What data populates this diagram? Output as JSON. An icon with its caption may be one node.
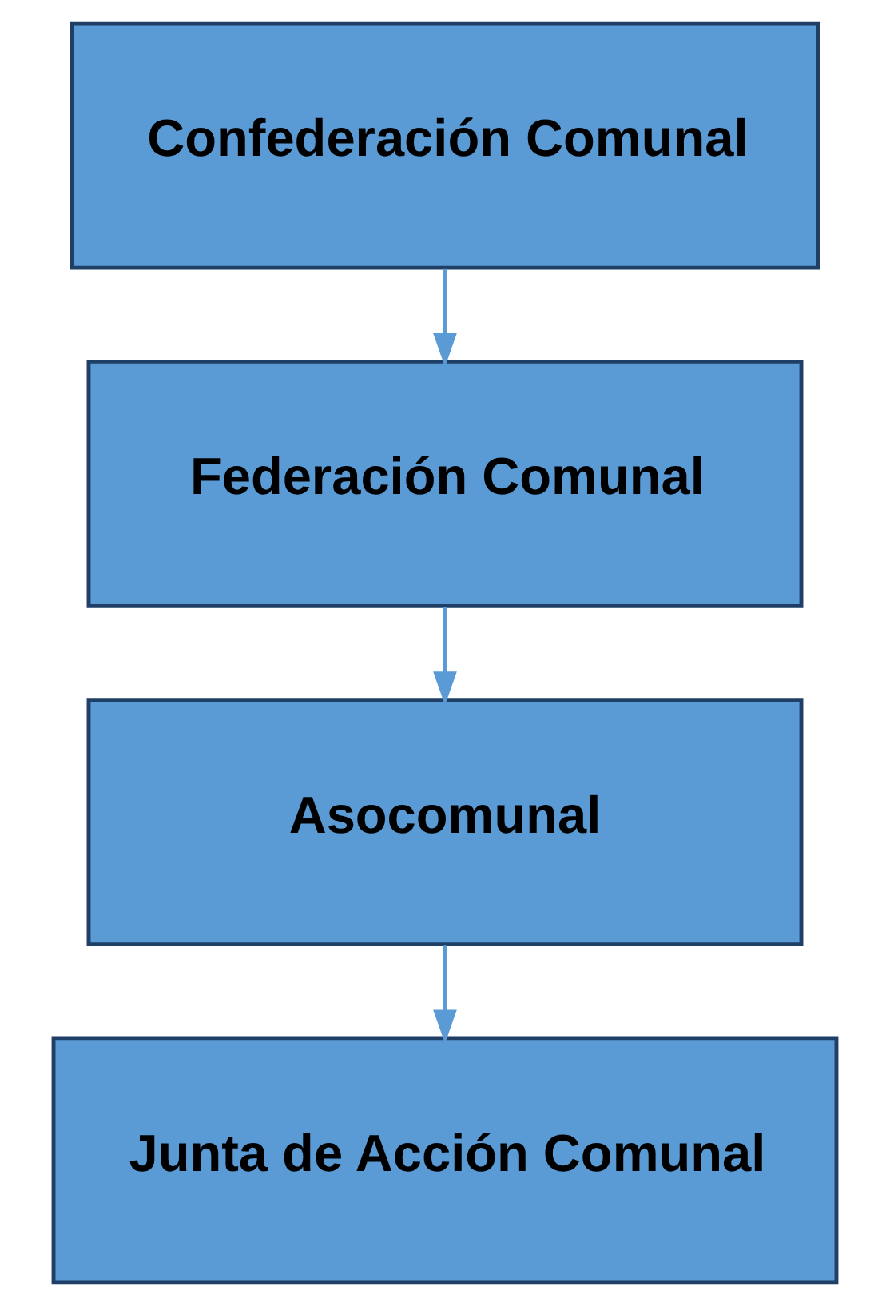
{
  "diagram": {
    "nodes": [
      {
        "text": [
          "Confederación Comunal"
        ]
      },
      {
        "text": [
          "Federación Comunal"
        ]
      },
      {
        "text": [
          "Asocomunal"
        ]
      },
      {
        "text": [
          "Junta de Acción Comunal"
        ]
      }
    ],
    "edges": [
      {
        "from": 0,
        "to": 1,
        "arrow": "to"
      },
      {
        "from": 1,
        "to": 2,
        "arrow": "to"
      },
      {
        "from": 2,
        "to": 3,
        "arrow": "to"
      }
    ]
  }
}
